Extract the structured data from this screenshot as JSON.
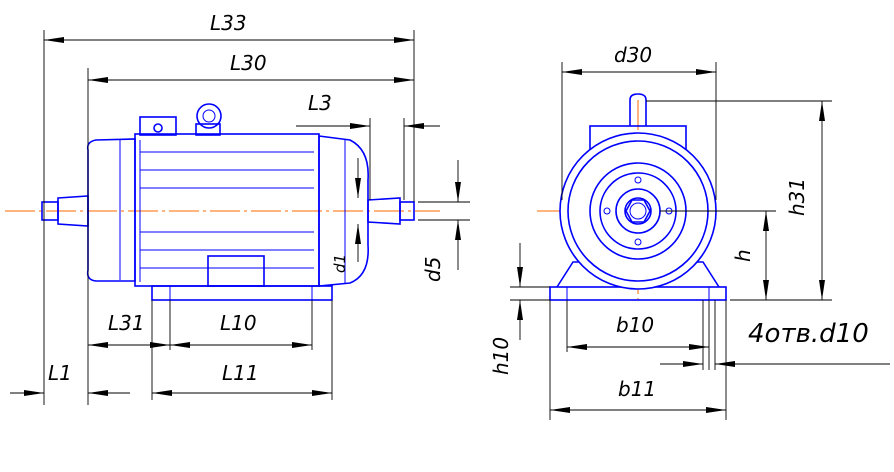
{
  "drawing": {
    "labels": {
      "L33": "L33",
      "L30": "L30",
      "L3": "L3",
      "d1": "d1",
      "d5": "d5",
      "L31": "L31",
      "L10": "L10",
      "L1": "L1",
      "L11": "L11",
      "d30": "d30",
      "h31": "h31",
      "h": "h",
      "h10": "h10",
      "b10": "b10",
      "b11": "b11",
      "holes": "4отв.d10"
    },
    "colors": {
      "outline": "#0000ff",
      "axis": "#ff6a00",
      "dimension": "#000000"
    }
  }
}
